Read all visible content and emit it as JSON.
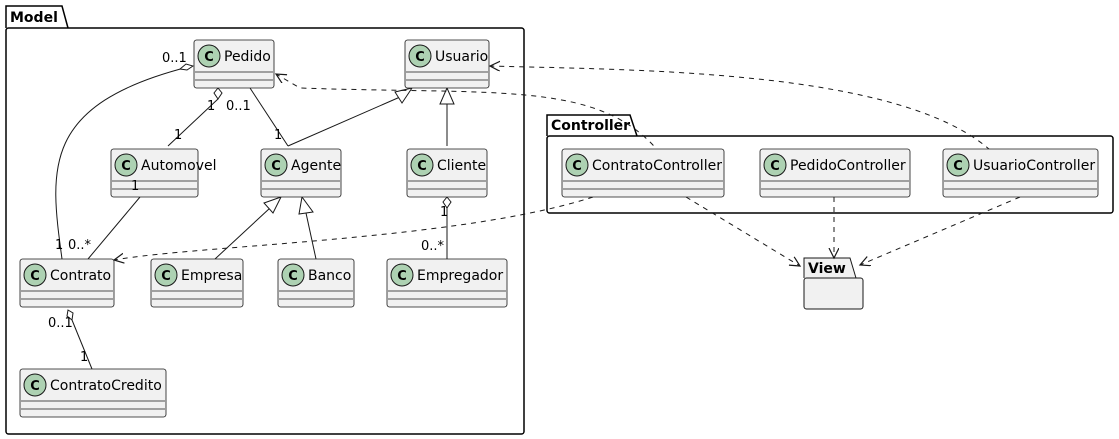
{
  "packages": {
    "model": "Model",
    "controller": "Controller",
    "view": "View"
  },
  "classes": {
    "pedido": "Pedido",
    "usuario": "Usuario",
    "automovel": "Automovel",
    "agente": "Agente",
    "cliente": "Cliente",
    "contrato": "Contrato",
    "empresa": "Empresa",
    "banco": "Banco",
    "empregador": "Empregador",
    "contrato_credito": "ContratoCredito",
    "contrato_controller": "ContratoController",
    "pedido_controller": "PedidoController",
    "usuario_controller": "UsuarioController"
  },
  "badge_letter": "C",
  "colors": {
    "class_fill": "#f1f1f1",
    "badge_fill": "#add1b2",
    "stroke": "#181818",
    "package_fill": "#ffffff"
  },
  "multiplicities": {
    "pedido_contrato_pedido": "0..1",
    "pedido_contrato_contrato": "1",
    "pedido_automovel_pedido": "1",
    "pedido_automovel_automovel": "1",
    "pedido_agente_pedido": "0..1",
    "pedido_agente_agente": "1",
    "automovel_contrato_automovel": "1",
    "automovel_contrato_contrato": "0..*",
    "cliente_empregador_cliente": "1",
    "cliente_empregador_empregador": "0..*",
    "contrato_credito_contrato": "0..1",
    "contrato_credito_credito": "1"
  }
}
